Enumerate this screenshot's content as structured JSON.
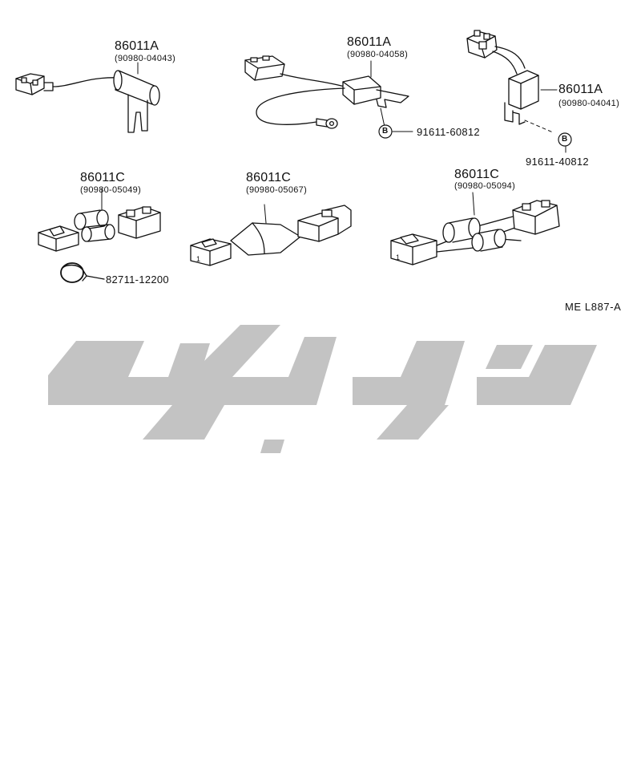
{
  "parts": [
    {
      "main": "86011A",
      "sub": "(90980-04043)"
    },
    {
      "main": "86011A",
      "sub": "(90980-04058)"
    },
    {
      "main": "86011A",
      "sub": "(90980-04041)"
    },
    {
      "main": "86011C",
      "sub": "(90980-05049)"
    },
    {
      "main": "86011C",
      "sub": "(90980-05067)"
    },
    {
      "main": "86011C",
      "sub": "(90980-05094)"
    }
  ],
  "refs": [
    {
      "letter": "B",
      "part": "91611-60812"
    },
    {
      "letter": "B",
      "part": "91611-40812"
    },
    {
      "part": "82711-12200"
    }
  ],
  "diagram_code": "ME  L887-A",
  "watermark": "تویوپارت"
}
